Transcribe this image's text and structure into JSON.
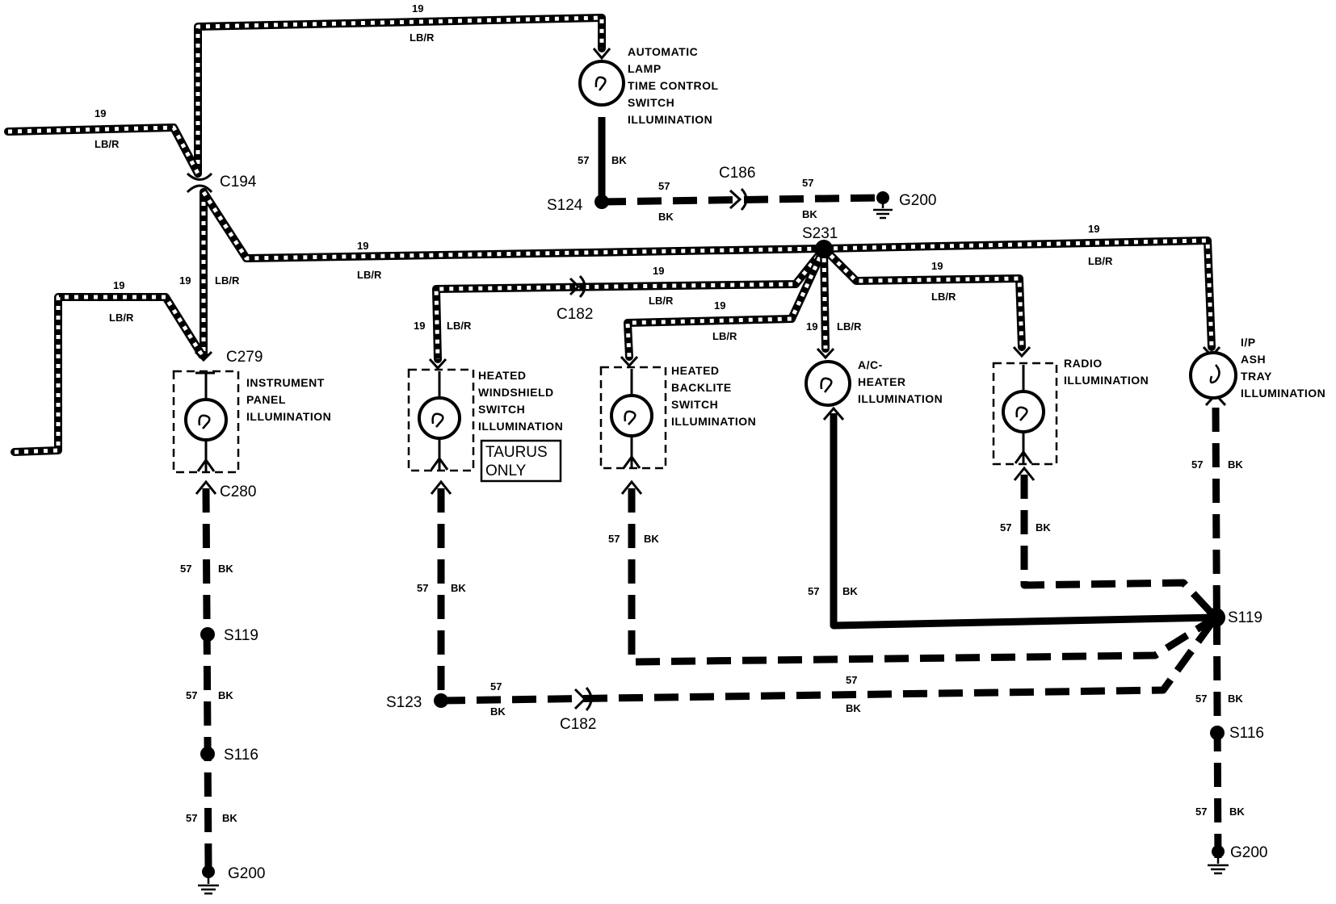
{
  "wire_labels": {
    "c19": "19",
    "lbr": "LB/R",
    "c57": "57",
    "bk": "BK"
  },
  "connectors": {
    "c194": "C194",
    "c279": "C279",
    "c280": "C280",
    "c182a": "C182",
    "c182b": "C182",
    "c186": "C186"
  },
  "splices": {
    "s124": "S124",
    "s231": "S231",
    "s119_left": "S119",
    "s116_left": "S116",
    "s123": "S123",
    "s119_right": "S119",
    "s116_right": "S116"
  },
  "grounds": {
    "g200_top": "G200",
    "g200_left": "G200",
    "g200_right": "G200"
  },
  "components": {
    "auto_lamp": [
      "AUTOMATIC",
      "LAMP",
      "TIME CONTROL",
      "SWITCH",
      "ILLUMINATION"
    ],
    "instrument_panel": [
      "INSTRUMENT",
      "PANEL",
      "ILLUMINATION"
    ],
    "heated_windshield": [
      "HEATED",
      "WINDSHIELD",
      "SWITCH",
      "ILLUMINATION"
    ],
    "heated_backlite": [
      "HEATED",
      "BACKLITE",
      "SWITCH",
      "ILLUMINATION"
    ],
    "ac_heater": [
      "A/C-",
      "HEATER",
      "ILLUMINATION"
    ],
    "radio": [
      "RADIO",
      "ILLUMINATION"
    ],
    "ash_tray": [
      "I/P",
      "ASH",
      "TRAY",
      "ILLUMINATION"
    ]
  },
  "note": [
    "TAURUS",
    "ONLY"
  ]
}
